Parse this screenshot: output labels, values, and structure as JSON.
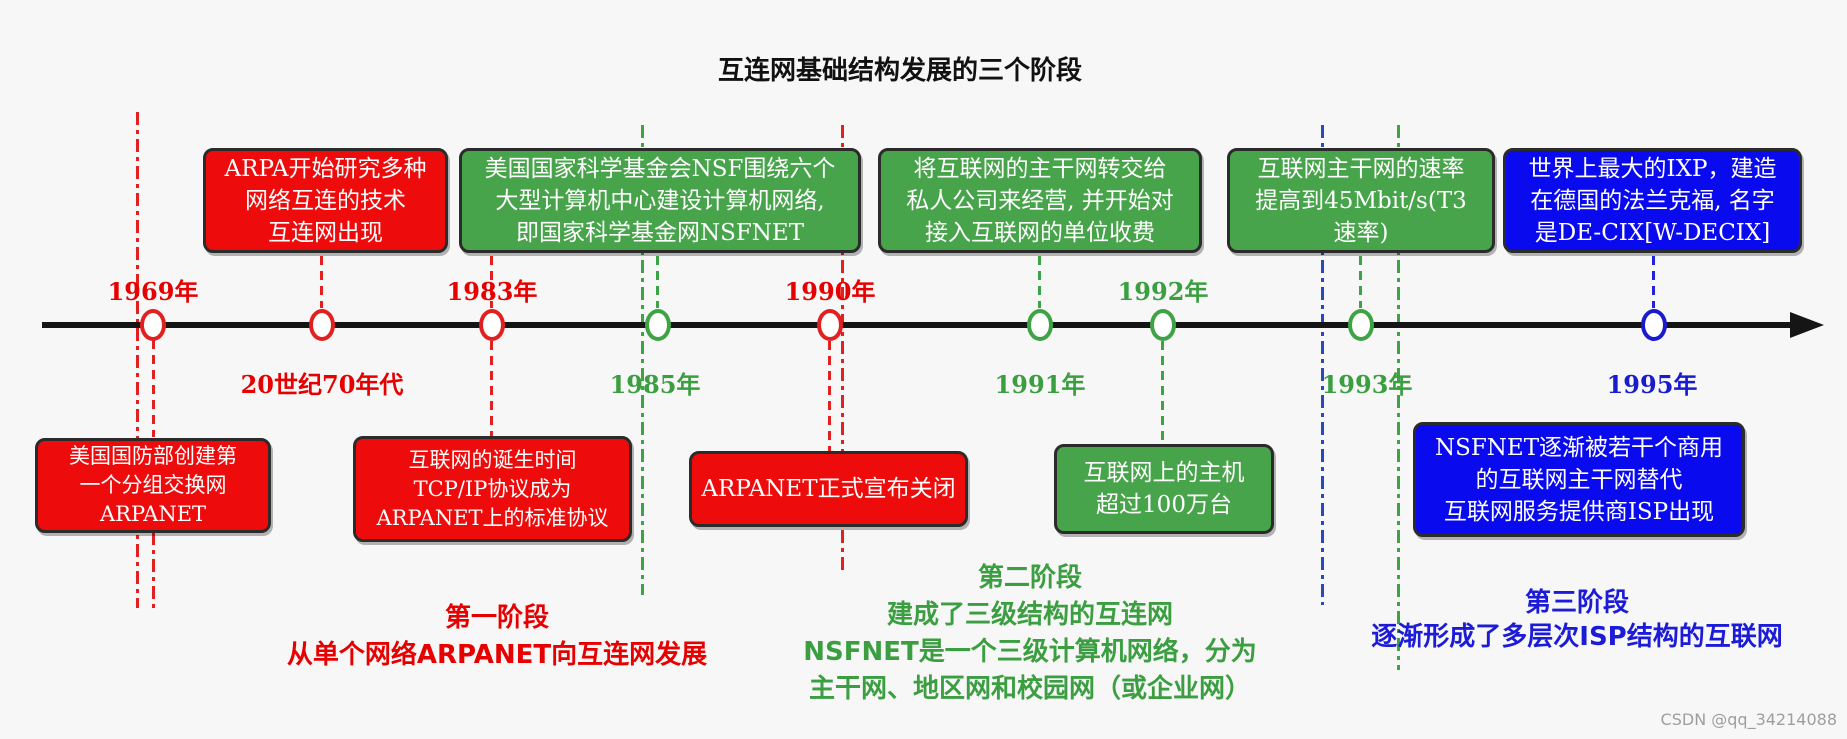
{
  "title": "互连网基础结构发展的三个阶段",
  "watermark": "CSDN @qq_34214088",
  "colors": {
    "box_red": "#ee0b0b",
    "box_green": "#47a44b",
    "box_blue": "#0a0aee",
    "year_red": "#e60000",
    "year_green": "#3b9e41",
    "year_blue": "#1a1ace",
    "axis_black": "#151515",
    "background": "#f7f7f7"
  },
  "top_boxes": [
    {
      "color": "red",
      "lines": [
        "ARPA开始研究多种",
        "网络互连的技术",
        "互连网出现"
      ]
    },
    {
      "color": "green",
      "lines": [
        "美国国家科学基金会NSF围绕六个",
        "大型计算机中心建设计算机网络,",
        "即国家科学基金网NSFNET"
      ]
    },
    {
      "color": "green",
      "lines": [
        "将互联网的主干网转交给",
        "私人公司来经营, 并开始对",
        "接入互联网的单位收费"
      ]
    },
    {
      "color": "green",
      "lines": [
        "互联网主干网的速率",
        "提高到45Mbit/s(T3",
        "速率)"
      ]
    },
    {
      "color": "blue",
      "lines": [
        "世界上最大的IXP，建造",
        "在德国的法兰克福, 名字",
        "是DE-CIX[W-DECIX]"
      ]
    }
  ],
  "bottom_boxes": [
    {
      "color": "red",
      "lines": [
        "美国国防部创建第",
        "一个分组交换网",
        "ARPANET"
      ]
    },
    {
      "color": "red",
      "lines": [
        "互联网的诞生时间",
        "TCP/IP协议成为",
        "ARPANET上的标准协议"
      ]
    },
    {
      "color": "red",
      "lines": [
        "ARPANET正式宣布关闭"
      ]
    },
    {
      "color": "green",
      "lines": [
        "互联网上的主机",
        "超过100万台"
      ]
    },
    {
      "color": "blue",
      "lines": [
        "NSFNET逐渐被若干个商用",
        "的互联网主干网替代",
        "互联网服务提供商ISP出现"
      ]
    }
  ],
  "years": [
    {
      "label": "1969年",
      "color": "red",
      "position": "above"
    },
    {
      "label": "20世纪70年代",
      "color": "red",
      "position": "below"
    },
    {
      "label": "1983年",
      "color": "red",
      "position": "above"
    },
    {
      "label": "1985年",
      "color": "green",
      "position": "below"
    },
    {
      "label": "1990年",
      "color": "red",
      "position": "above"
    },
    {
      "label": "1991年",
      "color": "green",
      "position": "below"
    },
    {
      "label": "1992年",
      "color": "green",
      "position": "above"
    },
    {
      "label": "1993年",
      "color": "green",
      "position": "below"
    },
    {
      "label": "1995年",
      "color": "blue",
      "position": "below"
    }
  ],
  "stages": [
    {
      "color": "red",
      "lines": [
        "第一阶段",
        "从单个网络ARPANET向互连网发展"
      ]
    },
    {
      "color": "green",
      "lines": [
        "第二阶段",
        "建成了三级结构的互连网",
        "NSFNET是一个三级计算机网络，分为",
        "主干网、地区网和校园网（或企业网）"
      ]
    },
    {
      "color": "blue",
      "lines": [
        "第三阶段",
        "逐渐形成了多层次ISP结构的互联网"
      ]
    }
  ]
}
